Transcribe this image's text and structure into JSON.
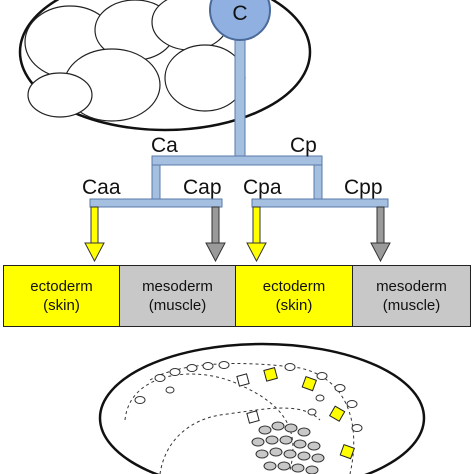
{
  "top_cell": {
    "label": "C"
  },
  "lineage_labels": {
    "ca": "Ca",
    "cp": "Cp",
    "caa": "Caa",
    "cap": "Cap",
    "cpa": "Cpa",
    "cpp": "Cpp"
  },
  "fates": [
    {
      "tissue": "ectoderm",
      "detail": "(skin)",
      "color": "#ffff00"
    },
    {
      "tissue": "mesoderm",
      "detail": "(muscle)",
      "color": "#c8c8c8"
    },
    {
      "tissue": "ectoderm",
      "detail": "(skin)",
      "color": "#ffff00"
    },
    {
      "tissue": "mesoderm",
      "detail": "(muscle)",
      "color": "#c8c8c8"
    }
  ],
  "colors": {
    "lineage_line": "#a4bfe0",
    "lineage_outline": "#5a7aa8",
    "c_cell": "#8fb0e0",
    "arrow_yellow": "#ffff00",
    "arrow_gray": "#9a9a9a"
  }
}
